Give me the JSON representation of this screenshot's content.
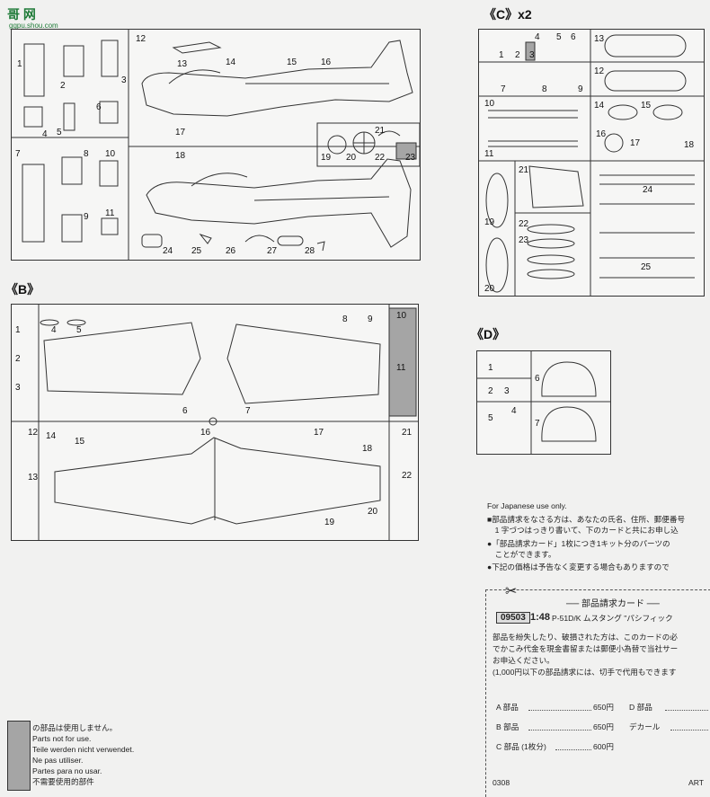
{
  "watermark": {
    "logo": "哥 网",
    "url": "ggpu.shou.com"
  },
  "sections": {
    "a_frame_title": "",
    "b": "《B》",
    "c": "《C》x2",
    "d": "《D》"
  },
  "frameA": {
    "nums": [
      "1",
      "2",
      "3",
      "4",
      "5",
      "6",
      "7",
      "8",
      "9",
      "10",
      "11",
      "12",
      "13",
      "14",
      "15",
      "16",
      "17",
      "18",
      "19",
      "20",
      "21",
      "22",
      "23",
      "24",
      "25",
      "26",
      "27",
      "28"
    ]
  },
  "frameB": {
    "nums": [
      "1",
      "2",
      "3",
      "4",
      "5",
      "6",
      "7",
      "8",
      "9",
      "10",
      "11",
      "12",
      "13",
      "14",
      "15",
      "16",
      "17",
      "18",
      "19",
      "20",
      "21",
      "22"
    ]
  },
  "frameC": {
    "nums": [
      "1",
      "2",
      "3",
      "4",
      "5",
      "6",
      "7",
      "8",
      "9",
      "10",
      "11",
      "12",
      "13",
      "14",
      "15",
      "16",
      "17",
      "18",
      "19",
      "20",
      "21",
      "22",
      "23",
      "24",
      "25"
    ]
  },
  "frameD": {
    "nums": [
      "1",
      "2",
      "3",
      "4",
      "5",
      "6",
      "7"
    ]
  },
  "notice": {
    "title": "For Japanese use only.",
    "lines": [
      "■部品請求をなさる方は、あなたの氏名、住所、郵便番号",
      "　1 字づつはっきり書いて、下のカードと共にお申し込",
      "●「部品請求カード」1枚につき1キット分のパーツの",
      "　ことができます。",
      "●下記の価格は予告なく変更する場合もありますので"
    ]
  },
  "card": {
    "heading": "── 部品請求カード ──",
    "code": "09503",
    "scale": "1:48",
    "product": "P-51D/K ムスタング \"パシフィック",
    "body": [
      "部品を紛失したり、破損された方は、このカードの必",
      "でかこみ代金を現金書留または郵便小為替で当社サー",
      "お申込ください。",
      "(1,000円以下の部品請求には、切手で代用もできます"
    ],
    "prices": [
      {
        "label": "A 部品",
        "price": "650円",
        "label2": "D 部品"
      },
      {
        "label": "B 部品",
        "price": "650円",
        "label2": "デカール"
      },
      {
        "label": "C 部品 (1枚分)",
        "price": "600円",
        "label2": ""
      }
    ],
    "footer_left": "0308",
    "footer_right": "ART"
  },
  "legend": {
    "lines": [
      "の部品は使用しません。",
      "Parts not for use.",
      "Teile werden nicht verwendet.",
      "Ne pas utiliser.",
      "Partes para no usar.",
      "不需要使用的部件"
    ]
  }
}
